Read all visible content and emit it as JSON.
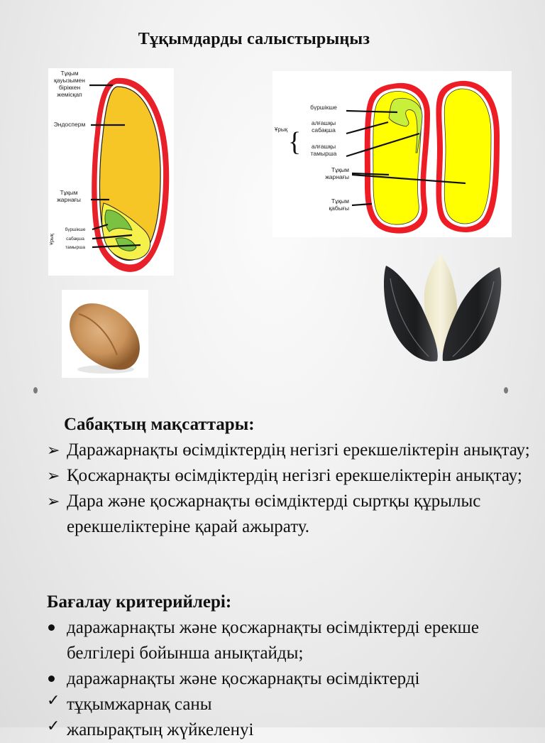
{
  "slide": {
    "title": "Тұқымдарды  салыстырыңыз",
    "background_colors": {
      "center": "#fbfbfb",
      "edge": "#dcdcdc"
    }
  },
  "monocot_diagram": {
    "labels": {
      "pericarp": "Тұқым қауызымен біріккен жемісқап",
      "endosperm": "Эндосперм",
      "cotyledon": "Тұқым жарнағы",
      "embryo": "Ұрық",
      "plumule": "бүршікше",
      "stem": "сабақша",
      "root": "тамырша"
    },
    "colors": {
      "coat": "#e8202a",
      "endosperm": "#f6c626",
      "embryo": "#f6f04a",
      "embryo_detail": "#7cc242"
    }
  },
  "dicot_diagram": {
    "labels": {
      "embryo": "Ұрық",
      "plumule": "бүршікше",
      "hypocotyl": "алғашқы сабақша",
      "radicle": "алғашқы тамырша",
      "cotyledon": "Тұқым жарнағы",
      "seed_coat": "Тұқым қабығы"
    },
    "colors": {
      "coat": "#ee1c24",
      "cotyledon": "#ffff00",
      "embryo": "#c8ef3a"
    }
  },
  "photos": {
    "wheat": "wheat-grain-photo",
    "sunflower": "sunflower-seed-photo"
  },
  "objectives": {
    "heading": "Сабақтың мақсаттары:",
    "marker": "➢",
    "items": [
      "Даражарнақты өсімдіктердің негізгі ерекшеліктерін анықтау;",
      "Қосжарнақты өсімдіктердің негізгі ерекшеліктерін анықтау;",
      "Дара және қосжарнақты өсімдіктерді сыртқы құрылыс ерекшеліктеріне қарай ажырату."
    ]
  },
  "criteria": {
    "heading": "Бағалау критерийлері:",
    "bullets": [
      "даражарнақты және қосжарнақты өсімдіктерді ерекше белгілері бойынша анықтайды;",
      "даражарнақты және қосжарнақты өсімдіктерді"
    ],
    "checks": [
      "тұқымжарнақ саны",
      "жапырақтың жүйкеленуі"
    ],
    "check_marker": "✓"
  }
}
